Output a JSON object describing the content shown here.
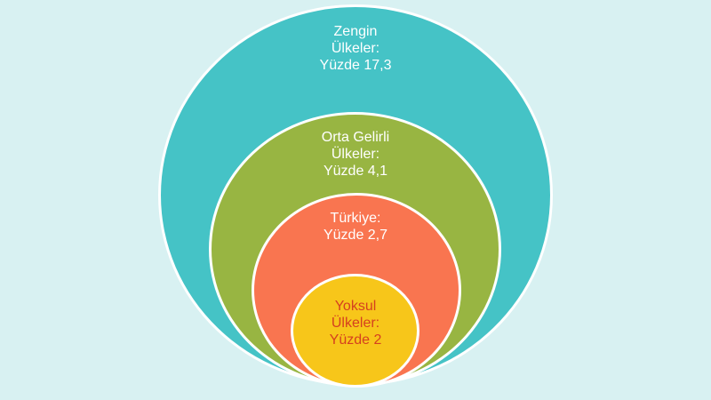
{
  "diagram": {
    "rings": [
      {
        "id": "rich",
        "label": "Zengin\nÜlkeler:\nYüzde 17,3",
        "value": 17.3,
        "color": "#45c3c6"
      },
      {
        "id": "middle",
        "label": "Orta Gelirli\nÜlkeler:\nYüzde 4,1",
        "value": 4.1,
        "color": "#98b542"
      },
      {
        "id": "turkey",
        "label": "Türkiye:\nYüzde 2,7",
        "value": 2.7,
        "color": "#f97550"
      },
      {
        "id": "poor",
        "label": "Yoksul\nÜlkeler:\nYüzde 2",
        "value": 2,
        "color": "#f7c61a"
      }
    ],
    "background": "#d8f1f2",
    "border_color": "#ffffff",
    "inner_label_color": "#d5401f"
  }
}
